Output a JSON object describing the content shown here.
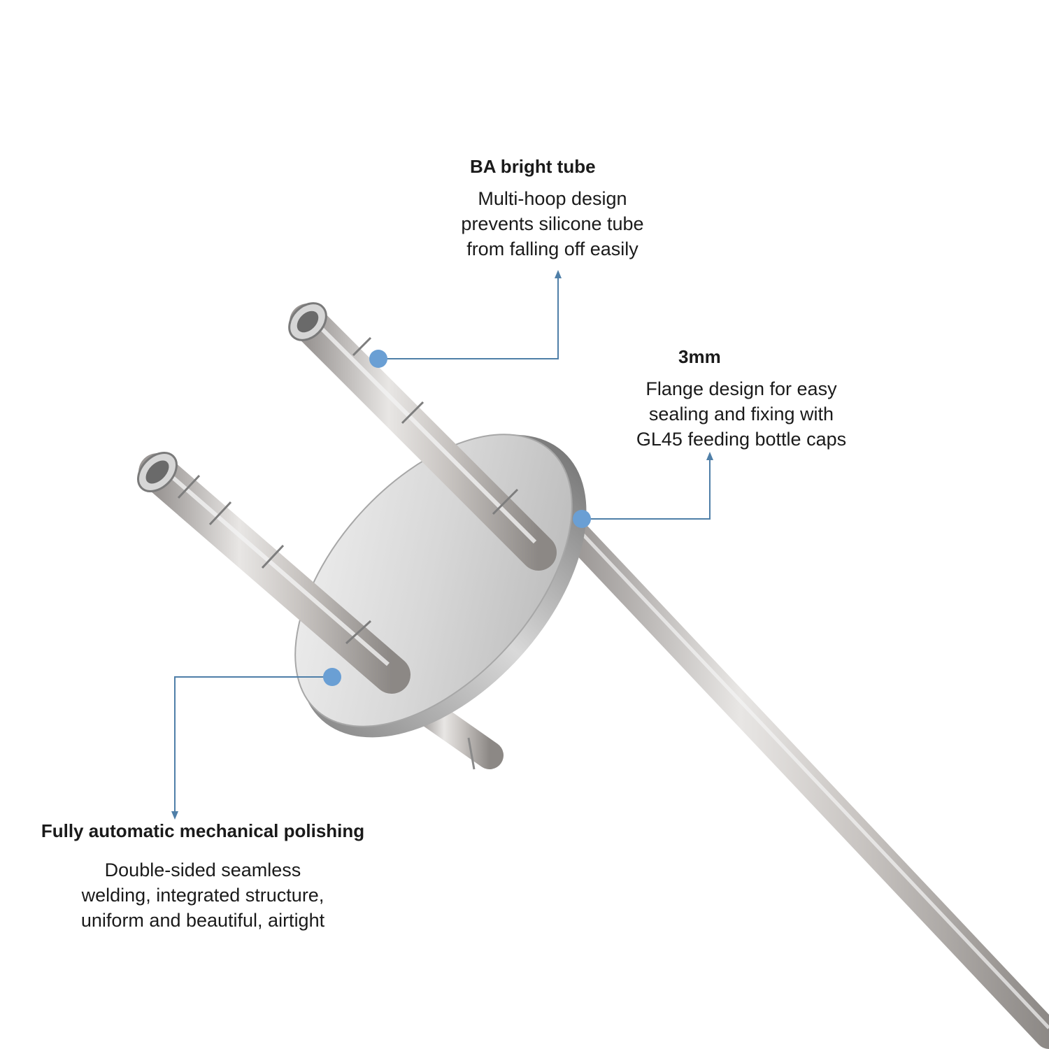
{
  "callouts": {
    "bright_tube": {
      "title": "BA bright tube",
      "lines": [
        "Multi-hoop design",
        "prevents silicone tube",
        "from falling off easily"
      ]
    },
    "flange": {
      "title": "3mm",
      "lines": [
        "Flange design for easy",
        "sealing and fixing with",
        "GL45 feeding bottle caps"
      ]
    },
    "polishing": {
      "title": "Fully automatic mechanical polishing",
      "lines": [
        "Double-sided seamless",
        "welding, integrated structure,",
        "uniform and beautiful, airtight"
      ]
    }
  },
  "colors": {
    "leader_line": "#4f7fa8",
    "marker_dot": "#6a9fd4",
    "steel_light": "#e6e6e6",
    "steel_dark": "#9a9a9a"
  }
}
